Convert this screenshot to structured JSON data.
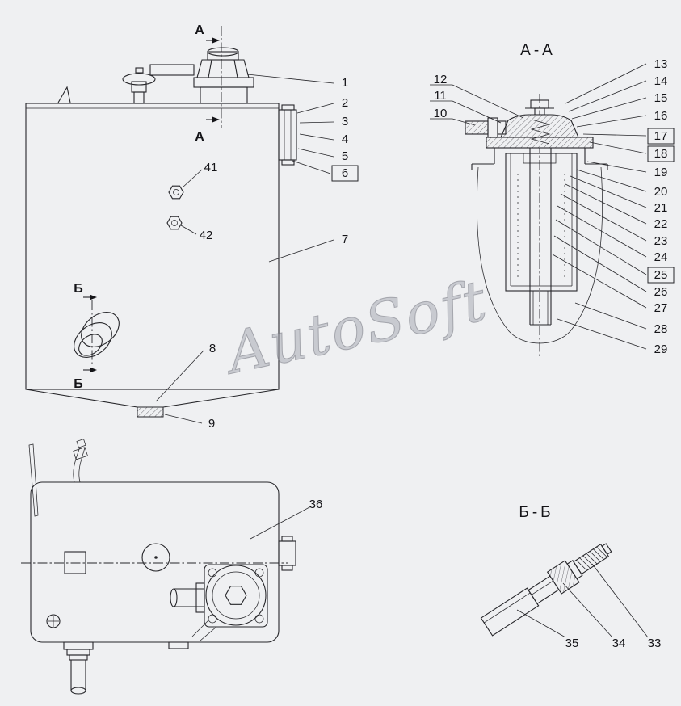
{
  "watermark": "AutoSoft",
  "titles": {
    "section_aa": "A-A",
    "section_bb": "Б-Б"
  },
  "markers": {
    "a_top": "A",
    "a_bottom": "A",
    "b_top": "Б",
    "b_bottom": "Б"
  },
  "callouts": {
    "n1": "1",
    "n2": "2",
    "n3": "3",
    "n4": "4",
    "n5": "5",
    "n6": "6",
    "n7": "7",
    "n8": "8",
    "n9": "9",
    "n10": "10",
    "n11": "11",
    "n12": "12",
    "n13": "13",
    "n14": "14",
    "n15": "15",
    "n16": "16",
    "n17": "17",
    "n18": "18",
    "n19": "19",
    "n20": "20",
    "n21": "21",
    "n22": "22",
    "n23": "23",
    "n24": "24",
    "n25": "25",
    "n26": "26",
    "n27": "27",
    "n28": "28",
    "n29": "29",
    "n33": "33",
    "n34": "34",
    "n35": "35",
    "n36": "36",
    "n41": "41",
    "n42": "42"
  }
}
